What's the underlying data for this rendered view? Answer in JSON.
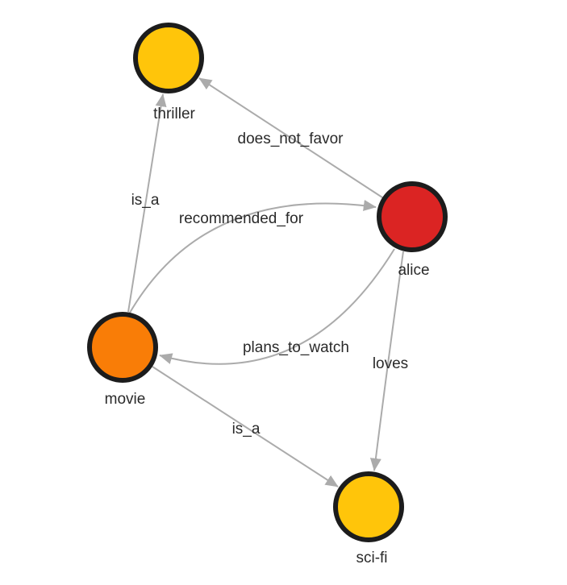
{
  "graph": {
    "background_color": "#ffffff",
    "edge_color": "#ababab",
    "node_border_color": "#1c1c1c",
    "label_color": "#2a2a2a",
    "nodes": {
      "thriller": {
        "label": "thriller",
        "color": "#FFC50A"
      },
      "alice": {
        "label": "alice",
        "color": "#DB2423"
      },
      "movie": {
        "label": "movie",
        "color": "#F97D07"
      },
      "scifi": {
        "label": "sci-fi",
        "color": "#FFC50A"
      }
    },
    "edges": {
      "movie_is_a_thriller": {
        "from": "movie",
        "to": "thriller",
        "label": "is_a"
      },
      "alice_does_not_favor": {
        "from": "alice",
        "to": "thriller",
        "label": "does_not_favor"
      },
      "movie_recommended_for": {
        "from": "movie",
        "to": "alice",
        "label": "recommended_for"
      },
      "alice_plans_to_watch": {
        "from": "alice",
        "to": "movie",
        "label": "plans_to_watch"
      },
      "alice_loves_scifi": {
        "from": "alice",
        "to": "sci-fi",
        "label": "loves"
      },
      "movie_is_a_scifi": {
        "from": "movie",
        "to": "sci-fi",
        "label": "is_a"
      }
    }
  }
}
